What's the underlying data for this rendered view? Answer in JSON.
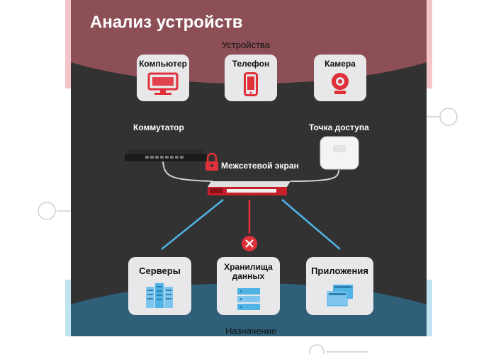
{
  "title": "Анализ устройств",
  "sections": {
    "devices": "Устройства",
    "destination": "Назначение"
  },
  "devices": [
    {
      "label": "Компьютер",
      "icon": "monitor-icon"
    },
    {
      "label": "Телефон",
      "icon": "phone-icon"
    },
    {
      "label": "Камера",
      "icon": "camera-icon"
    }
  ],
  "network": {
    "switch": "Коммутатор",
    "access_point": "Точка доступа",
    "firewall": "Межсетевой экран"
  },
  "destinations": [
    {
      "label": "Серверы",
      "icon": "servers-icon"
    },
    {
      "label": "Хранилища данных",
      "icon": "storage-icon"
    },
    {
      "label": "Приложения",
      "icon": "apps-icon"
    }
  ],
  "colors": {
    "panel": "#333233",
    "top_band": "#8c4f55",
    "top_band_edge": "#f3c4c8",
    "bottom_band": "#2f5f79",
    "bottom_band_edge": "#bfe3ef",
    "accent_red": "#e0303a",
    "accent_blue": "#4fb3e6",
    "card": "#e8e8ea"
  }
}
